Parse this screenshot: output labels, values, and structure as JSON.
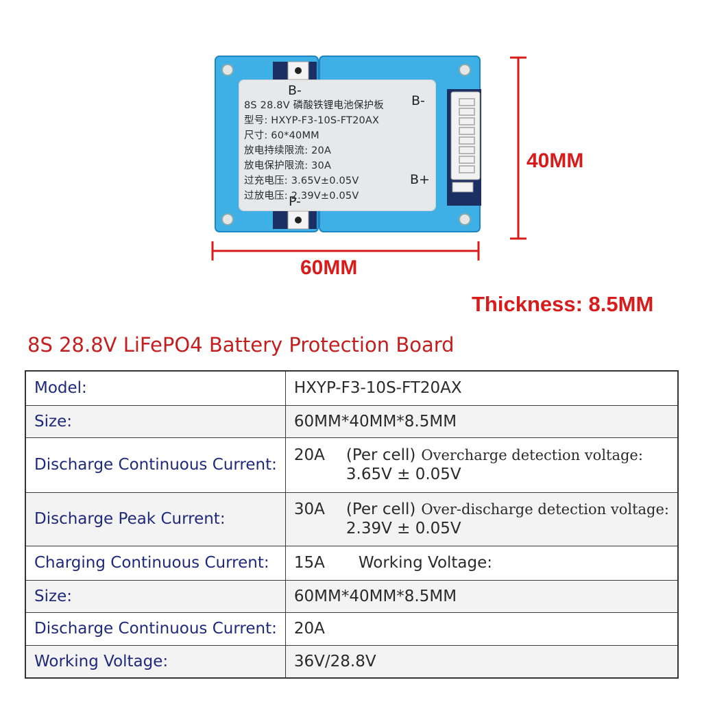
{
  "board": {
    "sticker_lines": [
      "8S 28.8V 磷酸铁锂电池保护板",
      "型号: HXYP-F3-10S-FT20AX",
      "尺寸: 60*40MM",
      "放电持续限流: 20A",
      "放电保护限流: 30A",
      "过充电压: 3.65V±0.05V",
      "过放电压: 2.39V±0.05V"
    ],
    "pins": {
      "b_minus_top": "B-",
      "b_minus_right": "B-",
      "b_plus": "B+",
      "p_minus": "P-"
    },
    "colors": {
      "board_blue": "#3eb0e6",
      "board_edge": "#1e86c4",
      "dimension_red": "#d81b1b"
    }
  },
  "dimensions": {
    "height": "40MM",
    "width": "60MM",
    "thickness": "Thickness: 8.5MM"
  },
  "title": "8S 28.8V LiFePO4 Battery Protection Board",
  "spec_rows": [
    {
      "key": "Model:",
      "value": "HXYP-F3-10S-FT20AX"
    },
    {
      "key": "Size:",
      "value": "60MM*40MM*8.5MM"
    },
    {
      "key": "Discharge Continuous Current:",
      "value": "20A",
      "note": "(Per cell)",
      "detect": "Overcharge detection voltage:",
      "tolerance": "3.65V ± 0.05V"
    },
    {
      "key": "Discharge Peak Current:",
      "value": "30A",
      "note": "(Per cell)",
      "detect": "Over-discharge detection voltage:",
      "tolerance": "2.39V ± 0.05V"
    },
    {
      "key": "Charging Continuous Current:",
      "value": "15A",
      "extra": "Working Voltage:"
    },
    {
      "key": "Size:",
      "value": "60MM*40MM*8.5MM"
    },
    {
      "key": "Discharge Continuous Current:",
      "value": "20A"
    },
    {
      "key": "Working Voltage:",
      "value": "36V/28.8V"
    }
  ]
}
